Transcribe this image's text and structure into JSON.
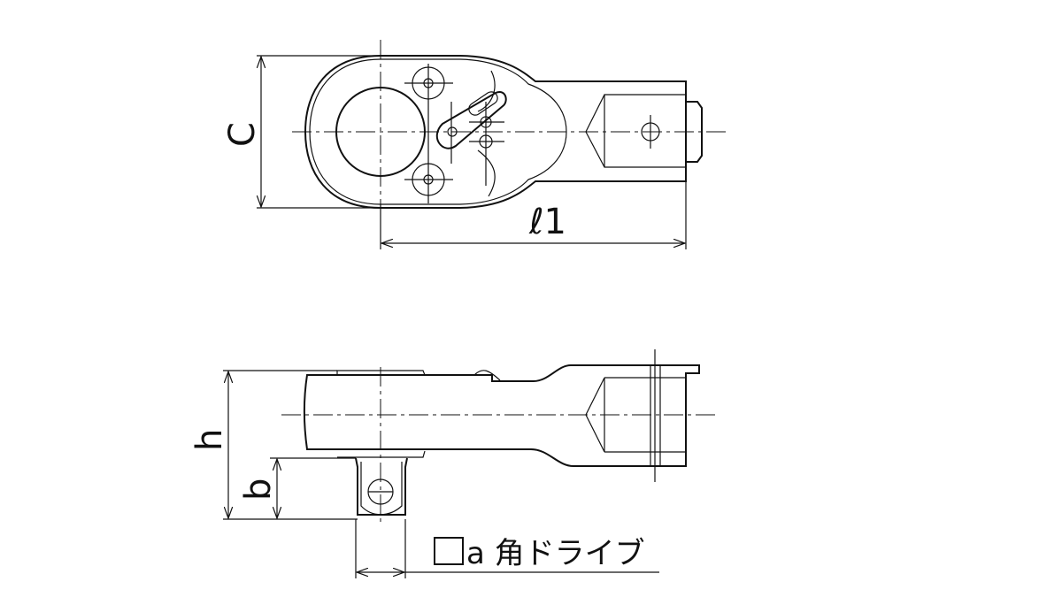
{
  "labels": {
    "width_c": "C",
    "length_l1": "ℓ1",
    "height_h": "h",
    "height_b": "b",
    "drive_a": "a 角ドライブ"
  }
}
